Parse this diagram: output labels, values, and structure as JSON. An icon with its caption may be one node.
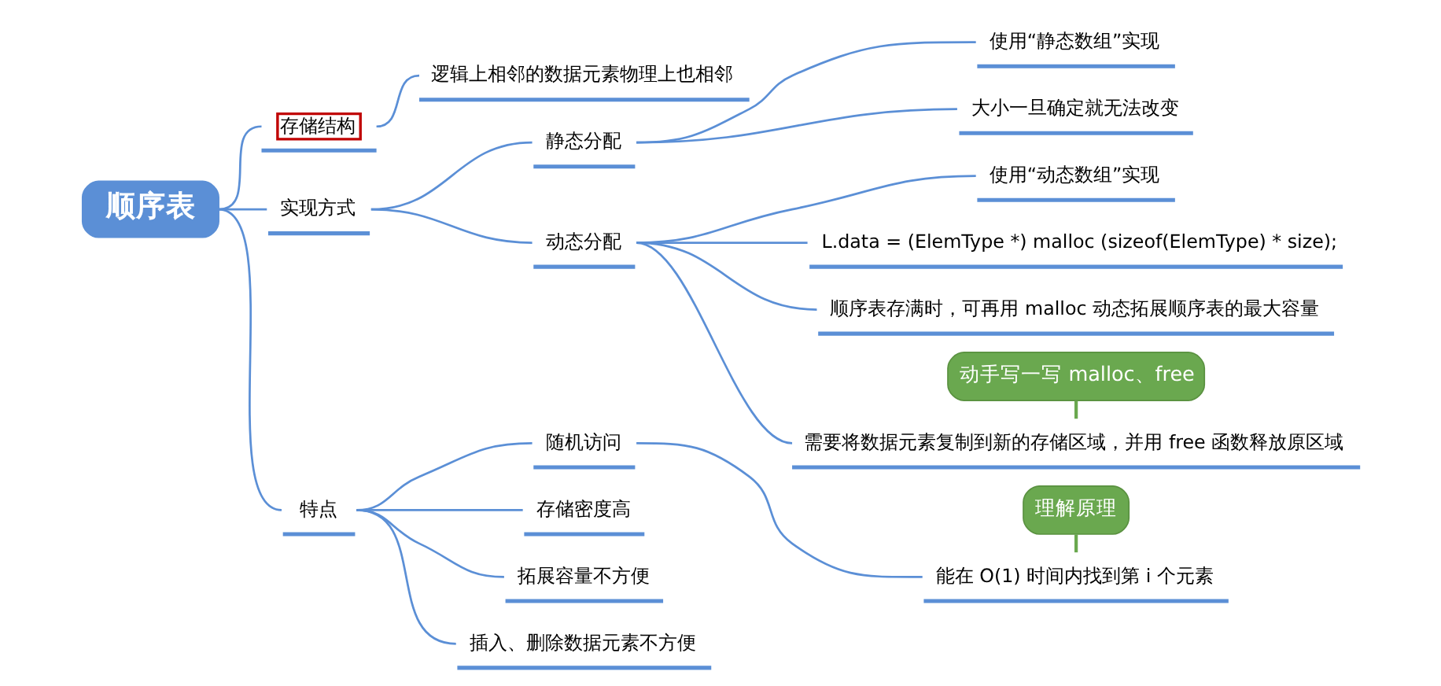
{
  "diagram": {
    "nodes": [
      {
        "text": [
          "顺序表"
        ]
      },
      {
        "text": [
          "存储结构"
        ]
      },
      {
        "text": [
          "逻辑上相邻的数据元素物理上也相邻"
        ]
      },
      {
        "text": [
          "实现方式"
        ]
      },
      {
        "text": [
          "静态分配"
        ]
      },
      {
        "text": [
          "使用“静态数组”实现"
        ]
      },
      {
        "text": [
          "大小一旦确定就无法改变"
        ]
      },
      {
        "text": [
          "动态分配"
        ]
      },
      {
        "text": [
          "使用“动态数组”实现"
        ]
      },
      {
        "text": [
          "L.data = (ElemType *) malloc (sizeof(ElemType) * size);"
        ]
      },
      {
        "text": [
          "顺序表存满时，可再用 malloc 动态拓展顺序表的最大容量"
        ]
      },
      {
        "text": [
          "需要将数据元素复制到新的存储区域，并用 free 函数释放原区域"
        ]
      },
      {
        "text": [
          "特点"
        ]
      },
      {
        "text": [
          "随机访问"
        ]
      },
      {
        "text": [
          "能在 O(1) 时间内找到第 i 个元素"
        ]
      },
      {
        "text": [
          "存储密度高"
        ]
      },
      {
        "text": [
          "拓展容量不方便"
        ]
      },
      {
        "text": [
          "插入、删除数据元素不方便"
        ]
      },
      {
        "text": [
          "理解原理"
        ]
      },
      {
        "text": [
          "动手写一写 malloc、free"
        ]
      }
    ],
    "edges": [
      {
        "from": 0,
        "to": 1,
        "arrow": "none"
      },
      {
        "from": 1,
        "to": 2,
        "arrow": "none"
      },
      {
        "from": 0,
        "to": 3,
        "arrow": "none"
      },
      {
        "from": 3,
        "to": 4,
        "arrow": "none"
      },
      {
        "from": 4,
        "to": 5,
        "arrow": "none"
      },
      {
        "from": 4,
        "to": 6,
        "arrow": "none"
      },
      {
        "from": 3,
        "to": 7,
        "arrow": "none"
      },
      {
        "from": 7,
        "to": 8,
        "arrow": "none"
      },
      {
        "from": 7,
        "to": 9,
        "arrow": "none"
      },
      {
        "from": 7,
        "to": 10,
        "arrow": "none"
      },
      {
        "from": 7,
        "to": 11,
        "arrow": "none"
      },
      {
        "from": 0,
        "to": 12,
        "arrow": "none"
      },
      {
        "from": 12,
        "to": 13,
        "arrow": "none"
      },
      {
        "from": 13,
        "to": 14,
        "arrow": "none"
      },
      {
        "from": 12,
        "to": 15,
        "arrow": "none"
      },
      {
        "from": 12,
        "to": 16,
        "arrow": "none"
      },
      {
        "from": 12,
        "to": 17,
        "arrow": "none"
      },
      {
        "from": 18,
        "to": 14,
        "arrow": "none",
        "color": "#6aa84f"
      },
      {
        "from": 19,
        "to": 11,
        "arrow": "none",
        "color": "#6aa84f"
      }
    ]
  }
}
